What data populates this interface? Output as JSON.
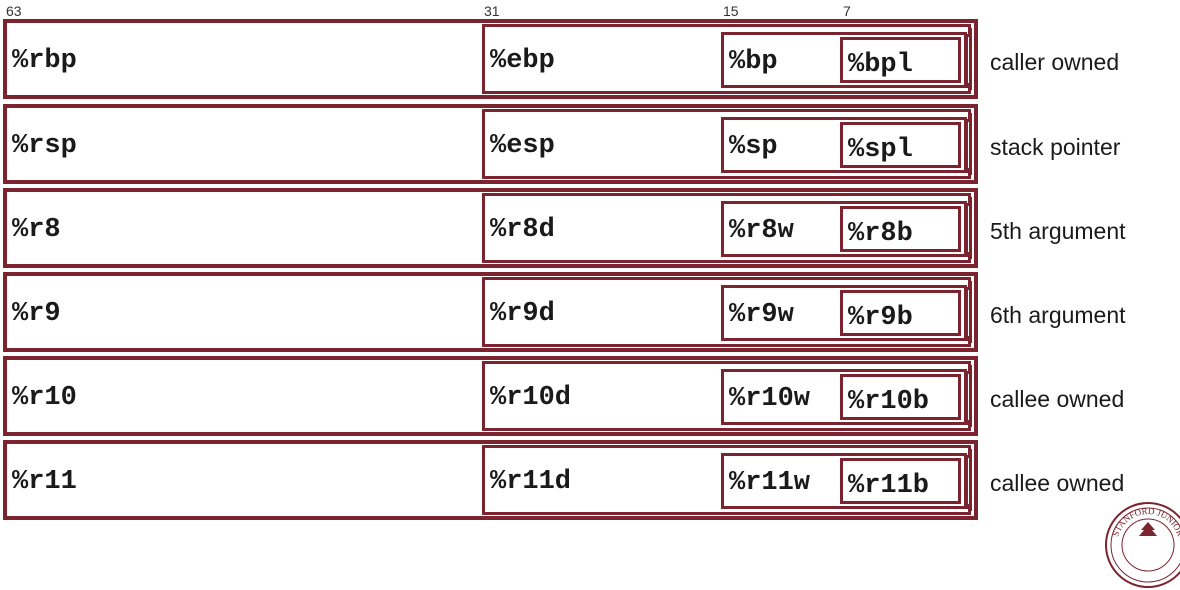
{
  "bit_positions": [
    "63",
    "31",
    "15",
    "7"
  ],
  "registers": [
    {
      "r64": "%rbp",
      "r32": "%ebp",
      "r16": "%bp",
      "r8": "%bpl",
      "role": "caller owned"
    },
    {
      "r64": "%rsp",
      "r32": "%esp",
      "r16": "%sp",
      "r8": "%spl",
      "role": "stack pointer"
    },
    {
      "r64": "%r8",
      "r32": "%r8d",
      "r16": "%r8w",
      "r8": "%r8b",
      "role": "5th argument"
    },
    {
      "r64": "%r9",
      "r32": "%r9d",
      "r16": "%r9w",
      "r8": "%r9b",
      "role": "6th argument"
    },
    {
      "r64": "%r10",
      "r32": "%r10d",
      "r16": "%r10w",
      "r8": "%r10b",
      "role": "callee owned"
    },
    {
      "r64": "%r11",
      "r32": "%r11d",
      "r16": "%r11w",
      "r8": "%r11b",
      "role": "callee owned"
    }
  ],
  "colors": {
    "border": "#7b2430",
    "text": "#1a1a1a",
    "bit_label": "#333333"
  },
  "seal": {
    "icon": "university-seal-icon",
    "text": "STANFORD JUNIOR"
  }
}
